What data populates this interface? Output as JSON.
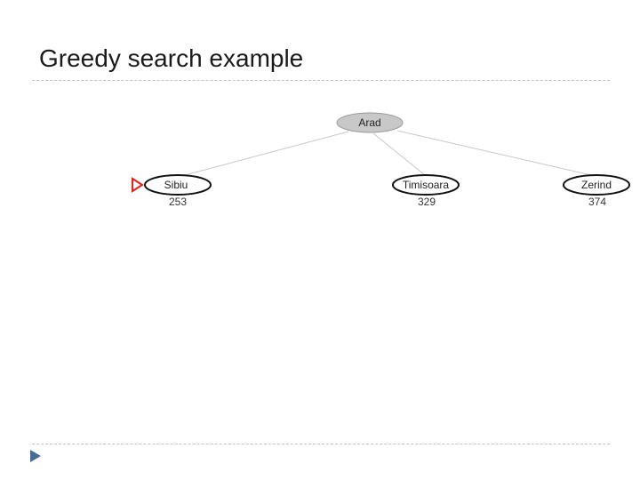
{
  "slide": {
    "title": "Greedy search example"
  },
  "tree": {
    "root": {
      "label": "Arad",
      "expanded": true
    },
    "children": [
      {
        "label": "Sibiu",
        "h": "253",
        "selected": true
      },
      {
        "label": "Timisoara",
        "h": "329",
        "selected": false
      },
      {
        "label": "Zerind",
        "h": "374",
        "selected": false
      }
    ]
  },
  "colors": {
    "expanded_fill": "#c8c8c8",
    "edge": "#c8c8c8",
    "pointer": "#e0201a",
    "rule": "#b9c2cf",
    "footer_mark": "#4a6a96"
  }
}
